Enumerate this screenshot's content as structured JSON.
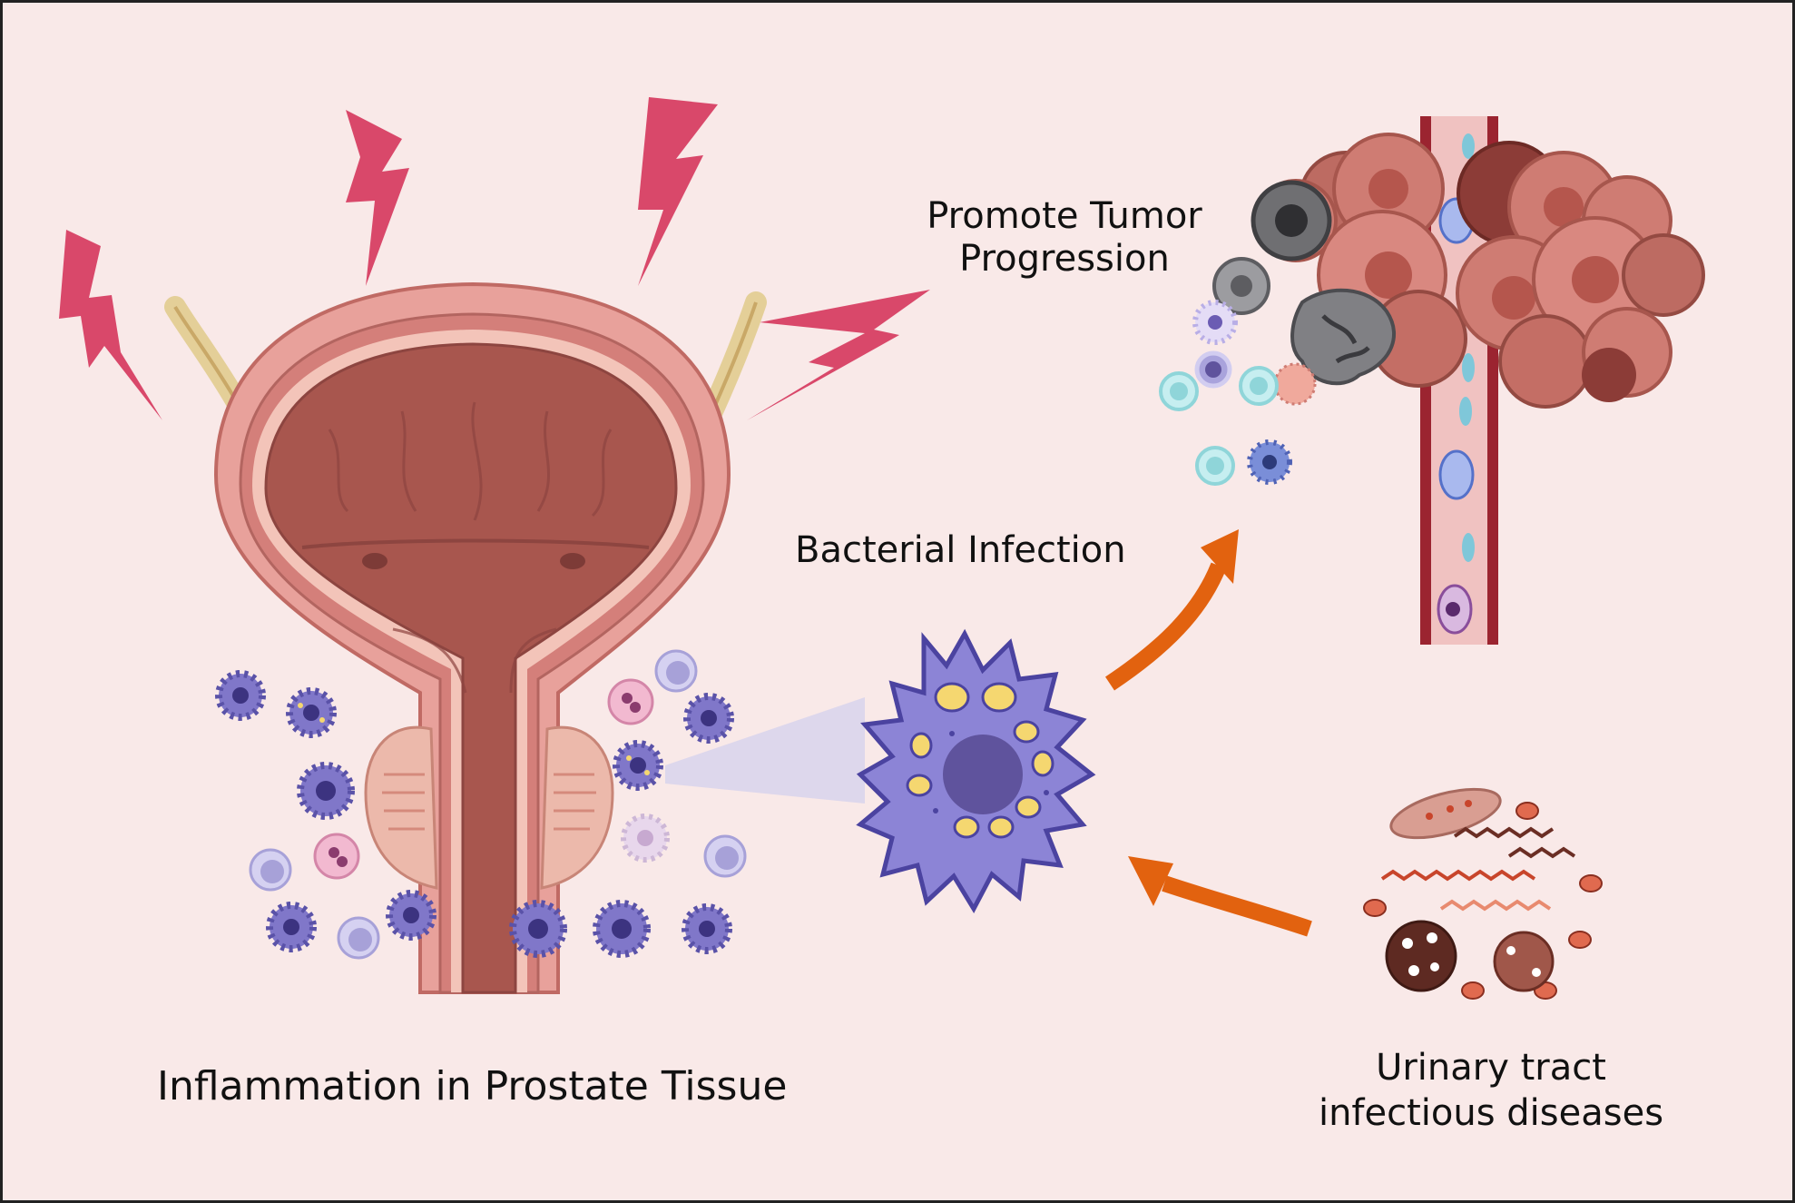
{
  "labels": {
    "main": "Inflammation in Prostate Tissue",
    "bacterial": "Bacterial Infection",
    "promote_line1": "Promote Tumor",
    "promote_line2": "Progression",
    "uti_line1": "Urinary tract",
    "uti_line2": "infectious diseases"
  },
  "colors": {
    "background": "#f9e9e8",
    "lightning": "#d9486a",
    "bladder_wall": "#d98a85",
    "bladder_lumen": "#a8564e",
    "immune_cell": "#7f77c9",
    "granule": "#f5d770",
    "arrow": "#e2620f",
    "tumor": "#cf7c73",
    "vessel": "#9b2430"
  },
  "icons": [
    "lightning-icon",
    "bladder-icon",
    "prostate-icon",
    "macrophage-icon",
    "tumor-mass-icon",
    "blood-vessel-icon",
    "bacteria-icon",
    "arrow-icon"
  ]
}
